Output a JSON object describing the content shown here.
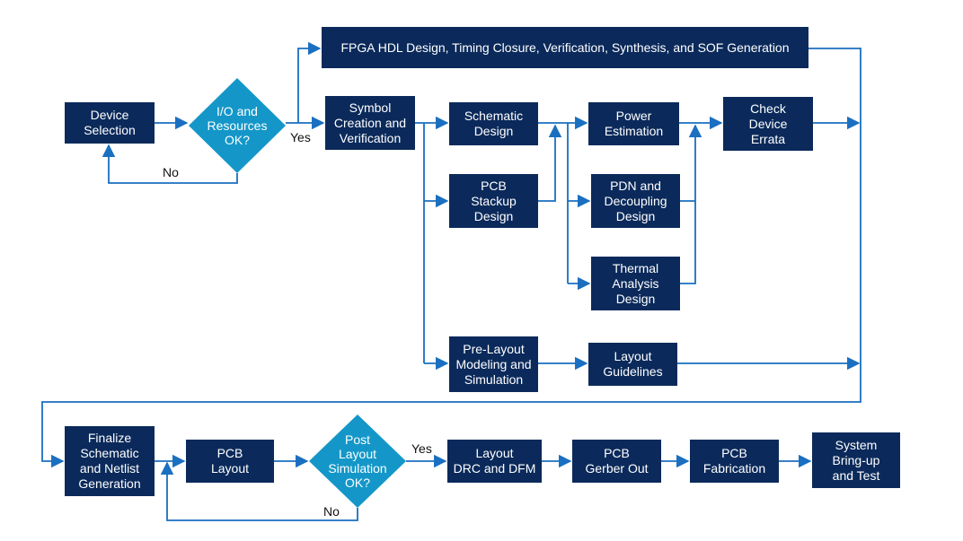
{
  "colors": {
    "box": "#0b2a5b",
    "decision": "#1497c8",
    "arrow": "#1a6fc0",
    "label_text": "#111111"
  },
  "nodes": {
    "device_selection": "Device\nSelection",
    "io_ok": "I/O and\nResources\nOK?",
    "fpga_hdl": "FPGA HDL Design, Timing Closure, Verification, Synthesis, and SOF Generation",
    "symbol_creation": "Symbol\nCreation and\nVerification",
    "schematic_design": "Schematic\nDesign",
    "pcb_stackup": "PCB\nStackup\nDesign",
    "power_estimation": "Power\nEstimation",
    "pdn_decoupling": "PDN and\nDecoupling\nDesign",
    "thermal_analysis": "Thermal\nAnalysis\nDesign",
    "check_errata": "Check\nDevice\nErrata",
    "pre_layout": "Pre-Layout\nModeling and\nSimulation",
    "layout_guidelines": "Layout\nGuidelines",
    "finalize_schematic": "Finalize\nSchematic\nand Netlist\nGeneration",
    "pcb_layout": "PCB\nLayout",
    "post_layout_ok": "Post\nLayout\nSimulation\nOK?",
    "layout_drc": "Layout\nDRC and DFM",
    "gerber_out": "PCB\nGerber Out",
    "pcb_fabrication": "PCB\nFabrication",
    "bring_up": "System\nBring-up\nand Test"
  },
  "labels": {
    "yes_1": "Yes",
    "no_1": "No",
    "yes_2": "Yes",
    "no_2": "No"
  }
}
